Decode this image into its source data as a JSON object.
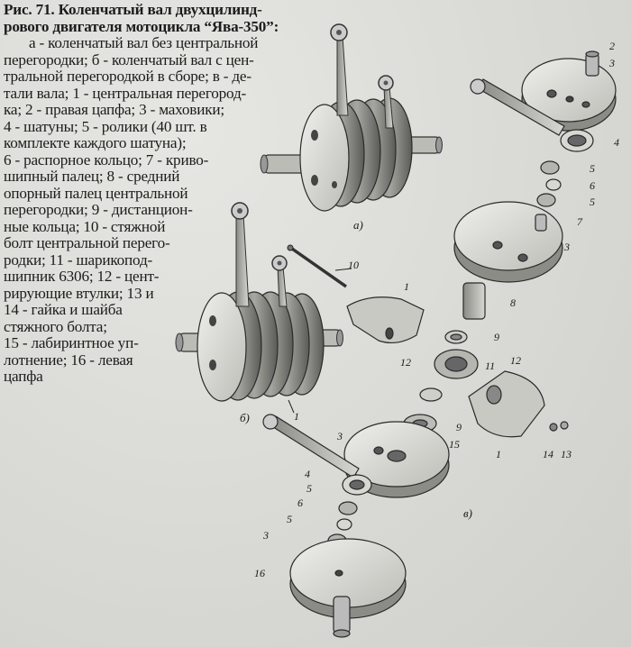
{
  "figure": {
    "title_line1": "Рис. 71. Коленчатый вал двухцилинд-",
    "title_line2": "рового двигателя мотоцикла “Ява-350”:",
    "body_lines": [
      "а - коленчатый вал без центральной",
      "перегородки; б - коленчатый вал с цен-",
      "тральной перегородкой в сборе; в - де-",
      "тали вала; 1 - центральная перегород-",
      "ка; 2 - правая цапфа; 3 - маховики;",
      "4 - шатуны; 5 - ролики (40 шт. в",
      "комплекте каждого шатуна);",
      "6 - распорное кольцо; 7 - криво-",
      "шипный палец; 8 - средний",
      "опорный палец центральной",
      "перегородки; 9 - дистанцион-",
      "ные кольца; 10 - стяжной",
      "болт центральной перего-",
      "родки; 11 - шарикопод-",
      "шипник 6306; 12 - цент-",
      "рирующие втулки; 13 и",
      "14 - гайка и шайба",
      "стяжного болта;",
      "15 - лабиринтное уп-",
      "лотнение; 16 - левая",
      "цапфа"
    ]
  },
  "labels": {
    "a": "а)",
    "b": "б)",
    "v": "в)",
    "n1a": "1",
    "n1b": "1",
    "n1c": "1",
    "n2": "2",
    "n3a": "3",
    "n3b": "3",
    "n3c": "3",
    "n3d": "3",
    "n4a": "4",
    "n4b": "4",
    "n5a": "5",
    "n5b": "5",
    "n5c": "5",
    "n5d": "5",
    "n6a": "6",
    "n6b": "6",
    "n7": "7",
    "n8": "8",
    "n9a": "9",
    "n9b": "9",
    "n10": "10",
    "n11": "11",
    "n12a": "12",
    "n12b": "12",
    "n13": "13",
    "n14": "14",
    "n15": "15",
    "n16": "16"
  }
}
